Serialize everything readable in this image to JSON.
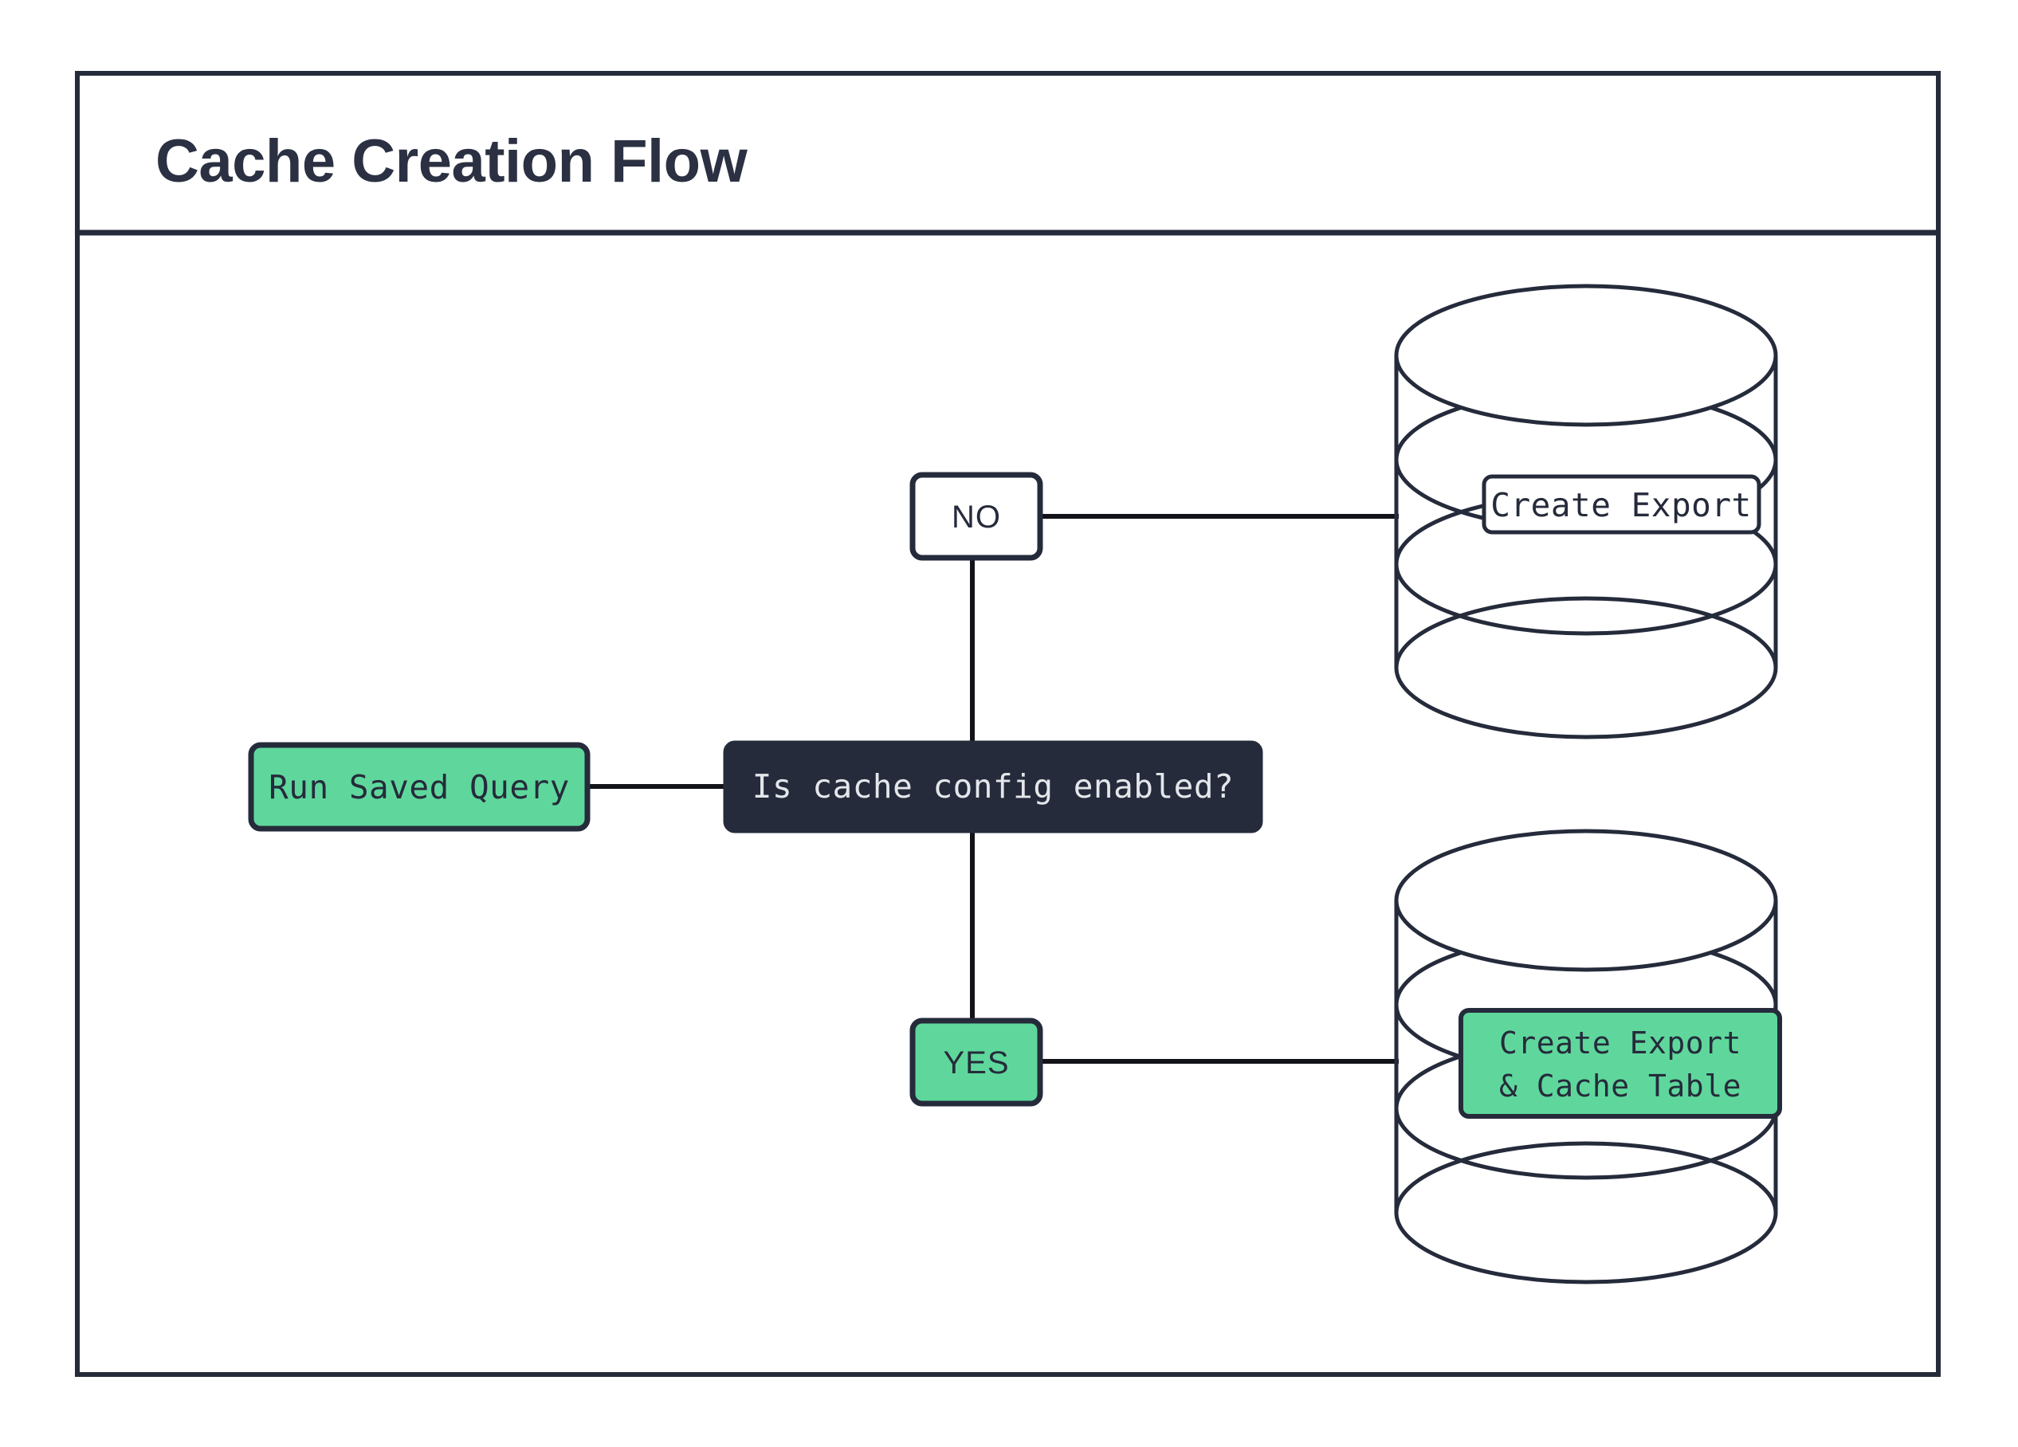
{
  "page": {
    "title": "Cache Creation Flow",
    "background_color": "#ffffff",
    "frame_border_color": "#252B3B",
    "accent_green": "#5FD79C",
    "dark_navy": "#252B3B",
    "light_text": "#E4E6EB"
  },
  "nodes": {
    "start": {
      "label": "Run Saved Query",
      "shape": "rounded-rect",
      "fill": "#5FD79C"
    },
    "decision": {
      "label": "Is cache config enabled?",
      "shape": "rounded-rect",
      "fill": "#252B3B"
    },
    "branch_no": {
      "label": "NO",
      "shape": "rounded-rect",
      "fill": "#ffffff"
    },
    "branch_yes": {
      "label": "YES",
      "shape": "rounded-rect",
      "fill": "#5FD79C"
    },
    "database_top": {
      "shape": "cylinder",
      "label": "Create Export",
      "label_fill": "#ffffff"
    },
    "database_bottom": {
      "shape": "cylinder",
      "label_line1": "Create Export",
      "label_line2": "& Cache Table",
      "label_fill": "#5FD79C"
    }
  },
  "edges": [
    {
      "from": "start",
      "to": "decision",
      "label": ""
    },
    {
      "from": "decision",
      "to": "branch_no",
      "label": ""
    },
    {
      "from": "decision",
      "to": "branch_yes",
      "label": ""
    },
    {
      "from": "branch_no",
      "to": "database_top",
      "label": ""
    },
    {
      "from": "branch_yes",
      "to": "database_bottom",
      "label": ""
    }
  ]
}
